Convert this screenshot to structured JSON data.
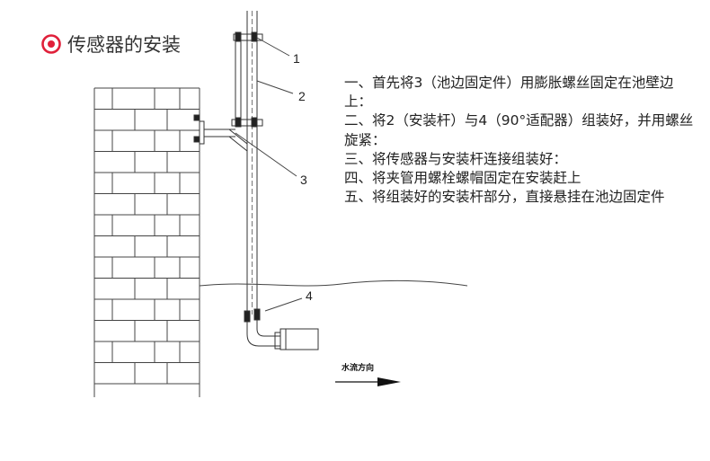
{
  "title": "传感器的安装",
  "icon": "target-icon",
  "accent_color": "#e0203a",
  "callouts": [
    "1",
    "2",
    "3",
    "4"
  ],
  "flow_label": "水流方向",
  "steps": [
    "一、首先将3（池边固定件）用膨胀螺丝固定在池壁边上：",
    "二、将2（安装杆）与4（90°适配器）组装好，并用螺丝旋紧：",
    "三、将传感器与安装杆连接组装好：",
    "四、将夹管用螺栓螺帽固定在安装赶上",
    "五、将组装好的安装杆部分，直接悬挂在池边固定件"
  ]
}
